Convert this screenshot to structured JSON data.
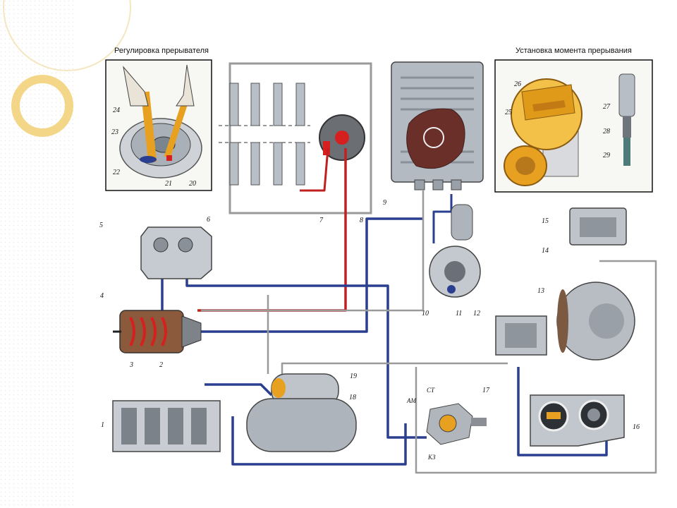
{
  "captions": {
    "breaker_adjustment": "Регулировка прерывателя",
    "breaking_moment": "Установка момента прерывания"
  },
  "labels": {
    "n1": "1",
    "n2": "2",
    "n3": "3",
    "n4": "4",
    "n5": "5",
    "n6": "6",
    "n7": "7",
    "n8": "8",
    "n9": "9",
    "n10": "10",
    "n11": "11",
    "n12": "12",
    "n13": "13",
    "n14": "14",
    "n15": "15",
    "n16": "16",
    "n17": "17",
    "n18": "18",
    "n19": "19",
    "n20": "20",
    "n21": "21",
    "n22": "22",
    "n23": "23",
    "n24": "24",
    "n25": "25",
    "n26": "26",
    "n27": "27",
    "n28": "28",
    "n29": "29",
    "st": "СТ",
    "am": "АМ",
    "kz": "КЗ"
  },
  "colors": {
    "blue_wire": "#2a3f8f",
    "red_wire": "#c0201f",
    "grey_wire": "#9a9a9a",
    "orange_part": "#e8a020",
    "accent_ring": "#f2d27a"
  }
}
